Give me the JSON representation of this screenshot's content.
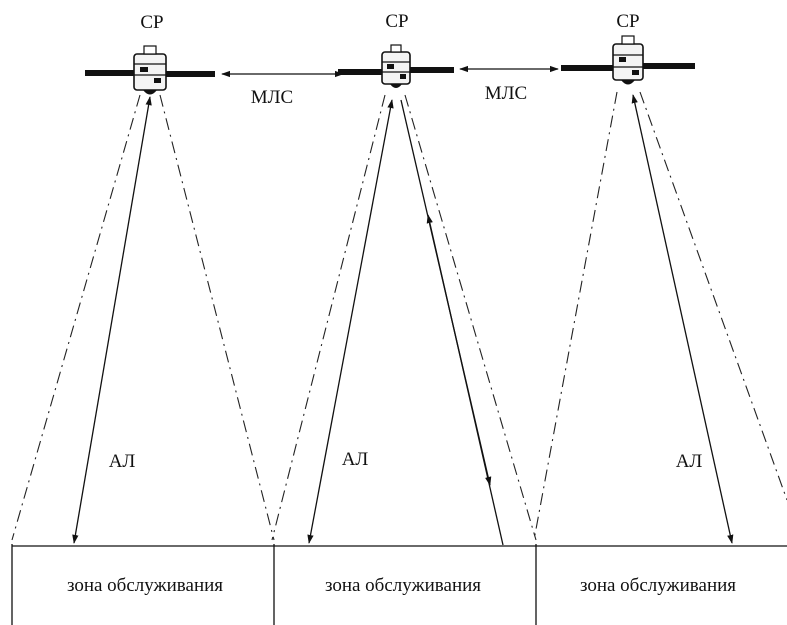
{
  "satellites": [
    {
      "label": "CP"
    },
    {
      "label": "CP"
    },
    {
      "label": "CP"
    }
  ],
  "intersatellite_links": [
    {
      "label": "МЛС"
    },
    {
      "label": "МЛС"
    }
  ],
  "access_links": [
    {
      "label": "АЛ"
    },
    {
      "label": "АЛ"
    },
    {
      "label": "АЛ"
    }
  ],
  "zones": [
    {
      "label": "зона обслуживания"
    },
    {
      "label": "зона обслуживания"
    },
    {
      "label": "зона обслуживания"
    }
  ],
  "colors": {
    "ink": "#111111",
    "background": "#ffffff"
  }
}
